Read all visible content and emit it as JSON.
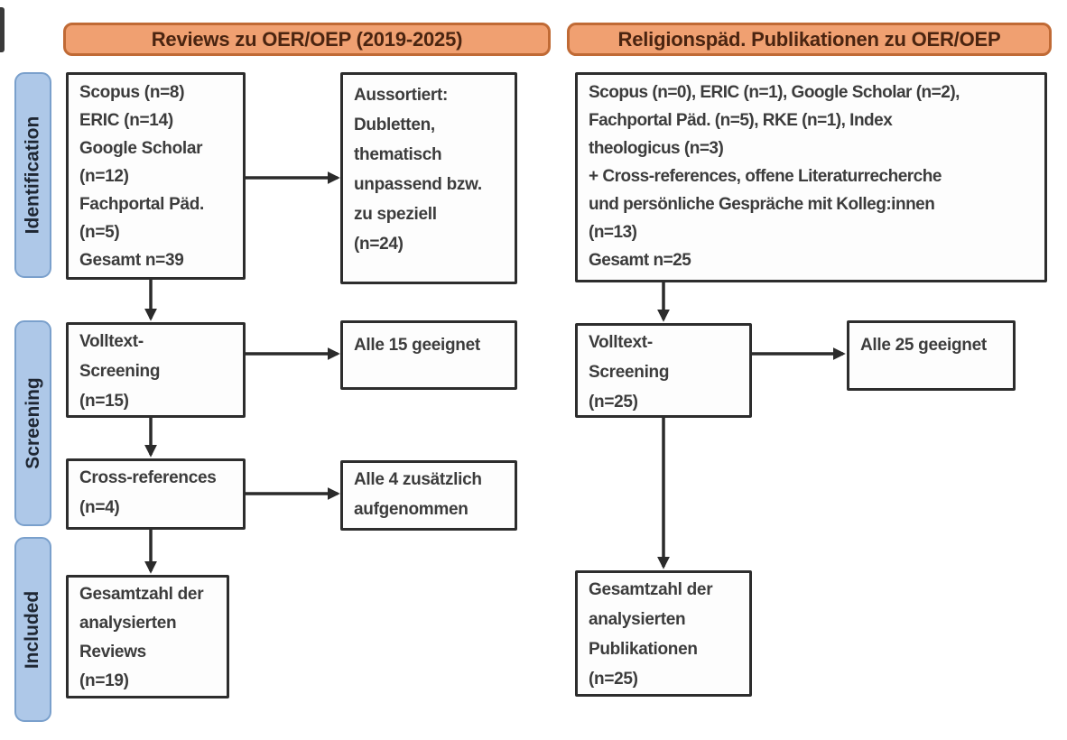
{
  "headers": {
    "left": "Reviews zu OER/OEP (2019-2025)",
    "right": "Religionspäd. Publikationen zu OER/OEP"
  },
  "stages": {
    "identification": "Identification",
    "screening": "Screening",
    "included": "Included"
  },
  "left_column": {
    "sources_box": {
      "lines": [
        "Scopus (n=8)",
        "ERIC (n=14)",
        "Google Scholar",
        "(n=12)",
        "Fachportal Päd.",
        "(n=5)",
        "Gesamt n=39"
      ]
    },
    "excluded_box": {
      "lines": [
        "Aussortiert:",
        "Dubletten,",
        "thematisch",
        "unpassend bzw.",
        "zu speziell",
        "(n=24)"
      ]
    },
    "fulltext_box": {
      "lines": [
        "Volltext-",
        "Screening",
        "(n=15)"
      ]
    },
    "eligible_box": {
      "lines": [
        "Alle 15 geeignet"
      ]
    },
    "crossref_box": {
      "lines": [
        "Cross-references",
        "(n=4)"
      ]
    },
    "added_box": {
      "lines": [
        "Alle 4 zusätzlich",
        "aufgenommen"
      ]
    },
    "included_box": {
      "lines": [
        "Gesamtzahl der",
        "analysierten",
        "Reviews",
        "(n=19)"
      ]
    }
  },
  "right_column": {
    "sources_box": {
      "lines": [
        "Scopus (n=0), ERIC (n=1), Google Scholar (n=2),",
        "Fachportal Päd. (n=5), RKE (n=1), Index",
        "theologicus (n=3)",
        "+ Cross-references, offene Literaturrecherche",
        "und persönliche Gespräche mit Kolleg:innen",
        "(n=13)",
        "Gesamt n=25"
      ]
    },
    "fulltext_box": {
      "lines": [
        "Volltext-",
        "Screening",
        "(n=25)"
      ]
    },
    "eligible_box": {
      "lines": [
        "Alle 25 geeignet"
      ]
    },
    "included_box": {
      "lines": [
        "Gesamtzahl der",
        "analysierten",
        "Publikationen",
        "(n=25)"
      ]
    }
  },
  "colors": {
    "header_fill": "#f0a071",
    "header_border": "#c06a35",
    "header_text": "#4a2410",
    "stage_fill": "#aec8e8",
    "stage_border": "#7aa0cc",
    "stage_text": "#1f2733",
    "box_border": "#2d2d2d",
    "box_text": "#3c3c3c",
    "arrow": "#2b2b2b",
    "background": "#ffffff"
  }
}
